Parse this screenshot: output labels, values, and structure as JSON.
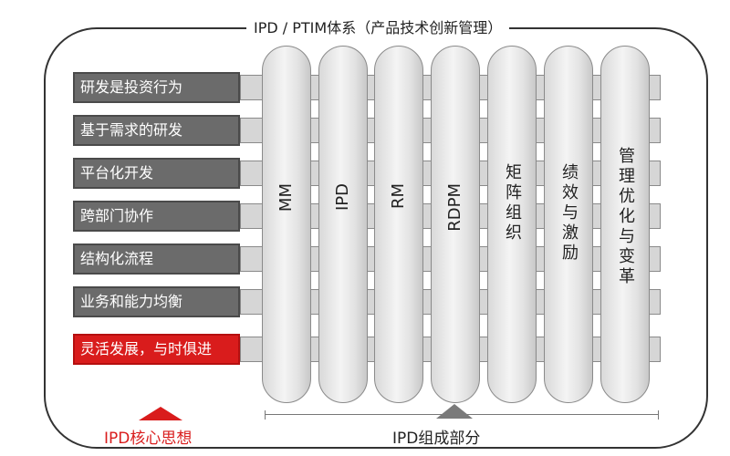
{
  "title": "IPD / PTIM体系（产品技术创新管理）",
  "core_ideas": [
    {
      "label": "研发是投资行为",
      "highlight": false
    },
    {
      "label": "基于需求的研发",
      "highlight": false
    },
    {
      "label": "平台化开发",
      "highlight": false
    },
    {
      "label": "跨部门协作",
      "highlight": false
    },
    {
      "label": "结构化流程",
      "highlight": false
    },
    {
      "label": "业务和能力均衡",
      "highlight": false
    },
    {
      "label": "灵活发展，与时俱进",
      "highlight": true
    }
  ],
  "pillars": [
    {
      "label": "MM",
      "orientation": "rotated"
    },
    {
      "label": "IPD",
      "orientation": "rotated"
    },
    {
      "label": "RM",
      "orientation": "rotated"
    },
    {
      "label": "RDPM",
      "orientation": "rotated"
    },
    {
      "label": "矩阵组织",
      "orientation": "vertical"
    },
    {
      "label": "绩效与激励",
      "orientation": "vertical"
    },
    {
      "label": "管理优化与变革",
      "orientation": "vertical"
    }
  ],
  "bottom": {
    "core_label": "IPD核心思想",
    "parts_label": "IPD组成部分"
  },
  "colors": {
    "highlight_red": "#d91c1c",
    "bar_grey": "#6b6b6b",
    "pillar_grey": "#e6e6e6"
  }
}
